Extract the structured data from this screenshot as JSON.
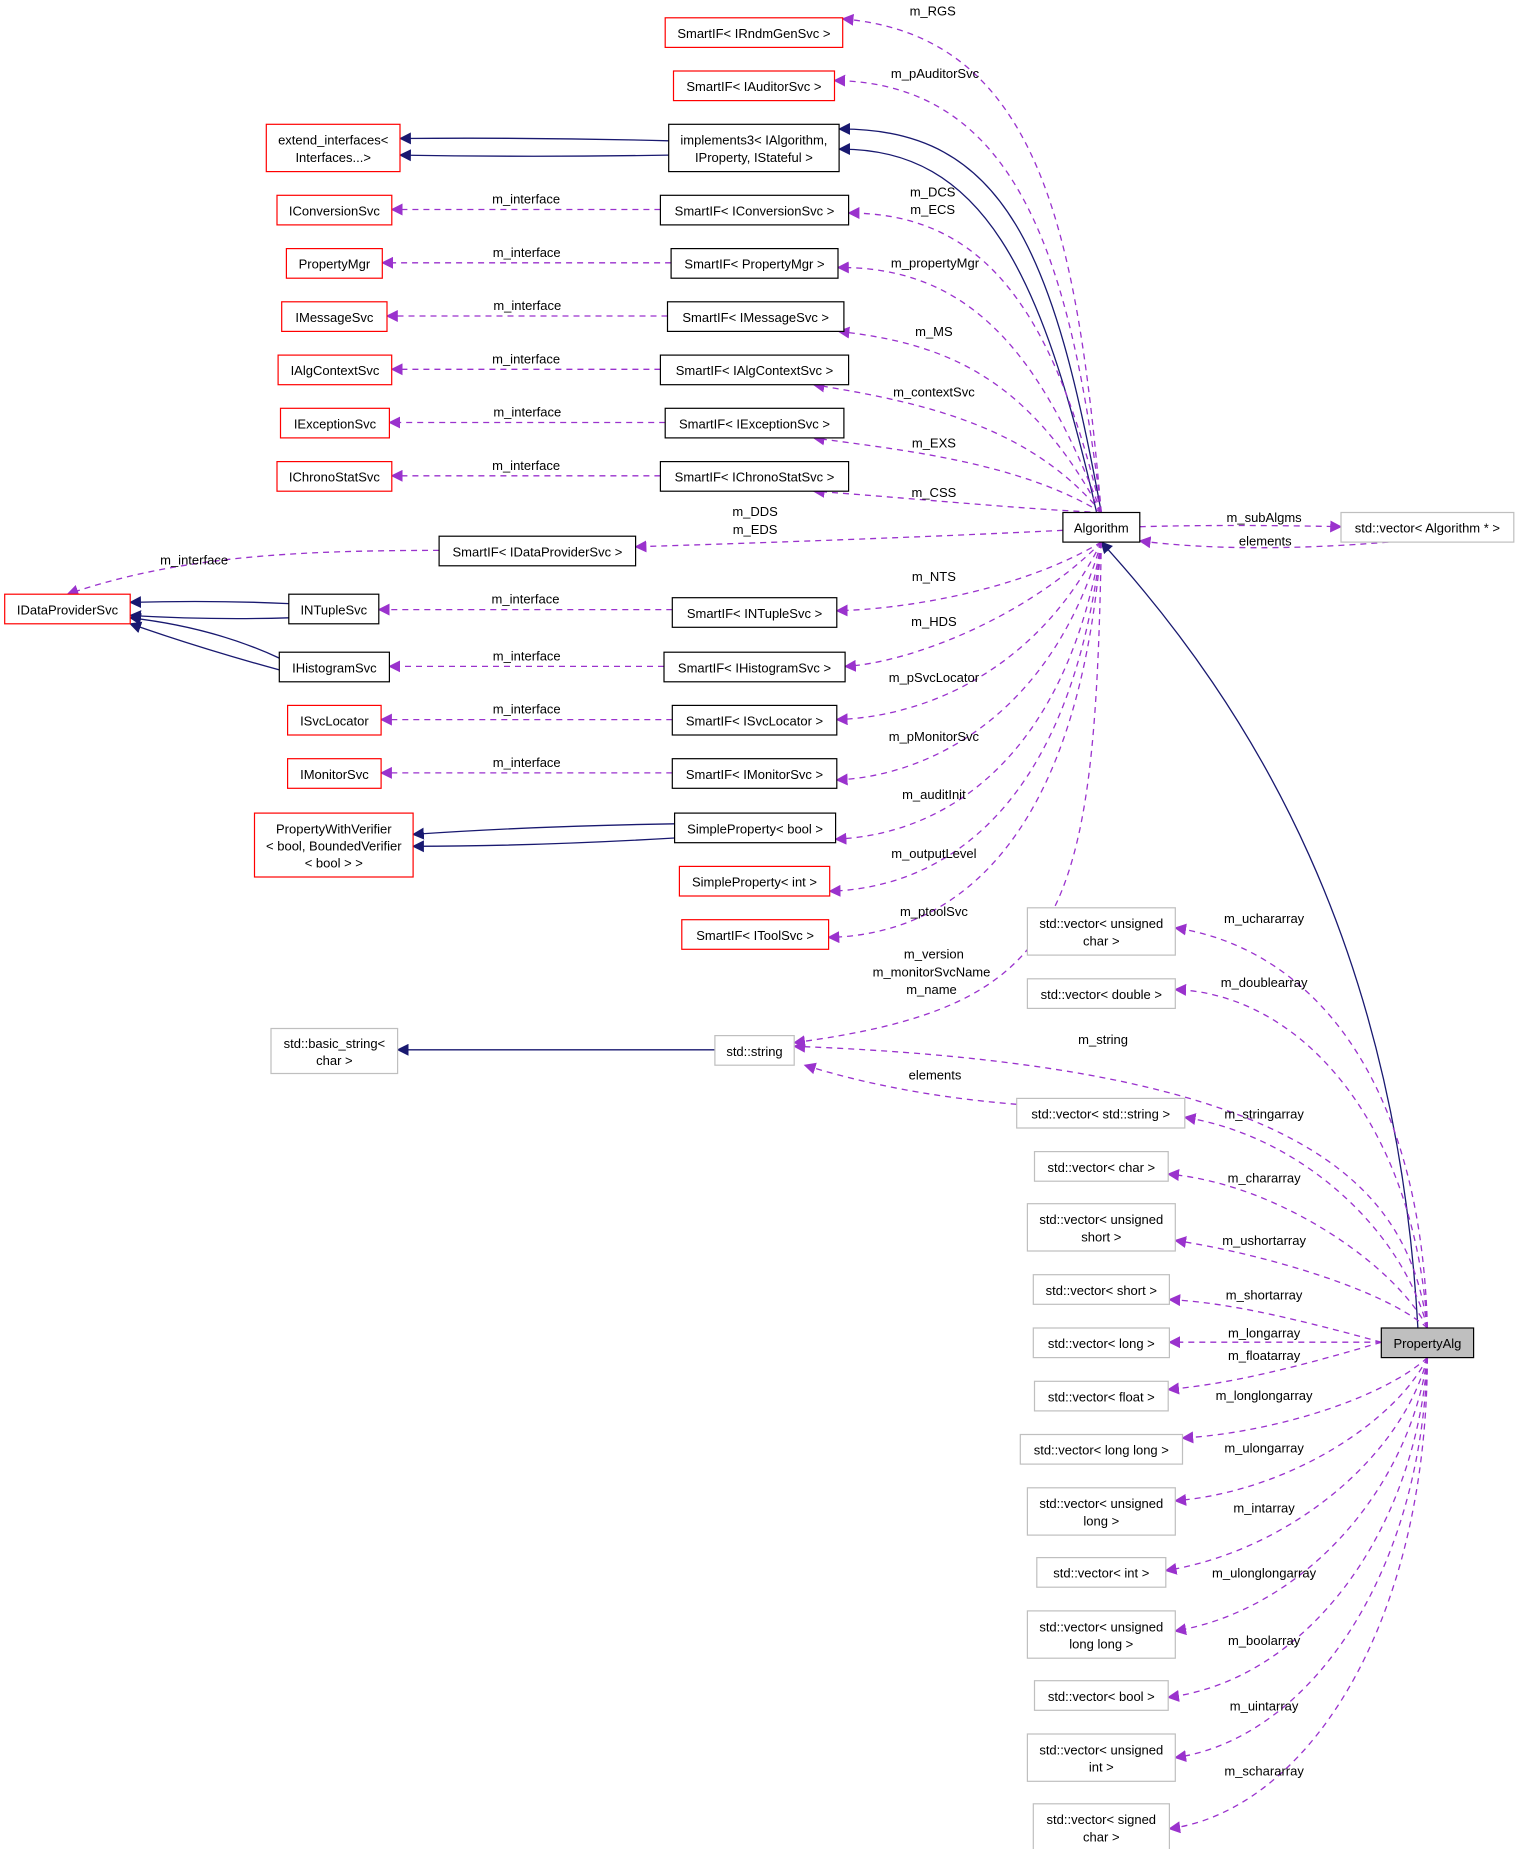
{
  "colors": {
    "node_border_documented": "#000000",
    "node_border_undocumented": "#ff0000",
    "node_border_external": "#bfbfbf",
    "focus_fill": "#bfbfbf",
    "inheritance_arrow": "#191970",
    "usage_arrow": "#9a32cd"
  },
  "nodes": {
    "smartif_irndmgensvc": "SmartIF< IRndmGenSvc >",
    "smartif_iauditorsvc": "SmartIF< IAuditorSvc >",
    "extend_interfaces": [
      "extend_interfaces<",
      "Interfaces...>"
    ],
    "implements3": [
      "implements3< IAlgorithm,",
      "IProperty, IStateful >"
    ],
    "iconversionsvc": "IConversionSvc",
    "smartif_iconversionsvc": "SmartIF< IConversionSvc >",
    "propertymgr": "PropertyMgr",
    "smartif_propertymgr": "SmartIF< PropertyMgr >",
    "imessagesvc": "IMessageSvc",
    "smartif_imessagesvc": "SmartIF< IMessageSvc >",
    "ialgcontextsvc": "IAlgContextSvc",
    "smartif_ialgcontextsvc": "SmartIF< IAlgContextSvc >",
    "iexceptionsvc": "IExceptionSvc",
    "smartif_iexceptionsvc": "SmartIF< IExceptionSvc >",
    "ichronostatsvc": "IChronoStatSvc",
    "smartif_ichronostatsvc": "SmartIF< IChronoStatSvc >",
    "algorithm": "Algorithm",
    "vector_algorithm_ptr": "std::vector< Algorithm * >",
    "smartif_idataprovidersvc": "SmartIF< IDataProviderSvc >",
    "idataprovidersvc": "IDataProviderSvc",
    "intuplesvc": "INTupleSvc",
    "smartif_intuplesvc": "SmartIF< INTupleSvc >",
    "ihistogramsvc": "IHistogramSvc",
    "smartif_ihistogramsvc": "SmartIF< IHistogramSvc >",
    "isvclocator": "ISvcLocator",
    "smartif_isvclocator": "SmartIF< ISvcLocator >",
    "imonitorsvc": "IMonitorSvc",
    "smartif_imonitorsvc": "SmartIF< IMonitorSvc >",
    "propertywithverifier": [
      "PropertyWithVerifier",
      "< bool, BoundedVerifier",
      "< bool > >"
    ],
    "simpleproperty_bool": "SimpleProperty< bool >",
    "simpleproperty_int": "SimpleProperty< int >",
    "smartif_itoolsvc": "SmartIF< IToolSvc >",
    "basic_string_char": [
      "std::basic_string<",
      "char >"
    ],
    "std_string": "std::string",
    "vector_uchar": [
      "std::vector< unsigned",
      "char >"
    ],
    "vector_double": "std::vector< double >",
    "vector_string": "std::vector< std::string >",
    "vector_char": "std::vector< char >",
    "vector_ushort": [
      "std::vector< unsigned",
      "short >"
    ],
    "vector_short": "std::vector< short >",
    "vector_long": "std::vector< long >",
    "vector_float": "std::vector< float >",
    "vector_longlong": "std::vector< long long >",
    "vector_ulong": [
      "std::vector< unsigned",
      "long >"
    ],
    "vector_int": "std::vector< int >",
    "vector_ulonglong": [
      "std::vector< unsigned",
      "long long >"
    ],
    "vector_bool": "std::vector< bool >",
    "vector_uint": [
      "std::vector< unsigned",
      "int >"
    ],
    "vector_schar": [
      "std::vector< signed",
      "char >"
    ],
    "propertyalg": "PropertyAlg"
  },
  "edge_labels": {
    "m_rgs": "m_RGS",
    "m_pauditorsvc": "m_pAuditorSvc",
    "m_interface": "m_interface",
    "m_dcs": "m_DCS",
    "m_ecs": "m_ECS",
    "m_propertymgr": "m_propertyMgr",
    "m_ms": "m_MS",
    "m_contextsvc": "m_contextSvc",
    "m_exs": "m_EXS",
    "m_css": "m_CSS",
    "m_dds": "m_DDS",
    "m_eds": "m_EDS",
    "m_subalgms": "m_subAlgms",
    "elements": "elements",
    "m_nts": "m_NTS",
    "m_hds": "m_HDS",
    "m_psvclocator": "m_pSvcLocator",
    "m_pmonitorsvc": "m_pMonitorSvc",
    "m_auditinit": "m_auditInit",
    "m_outputlevel": "m_outputLevel",
    "m_ptoolsvc": "m_ptoolSvc",
    "m_version": "m_version",
    "m_monitorsvcname": "m_monitorSvcName",
    "m_name": "m_name",
    "m_string": "m_string",
    "m_uchararray": "m_uchararray",
    "m_doublearray": "m_doublearray",
    "m_stringarray": "m_stringarray",
    "m_chararray": "m_chararray",
    "m_ushortarray": "m_ushortarray",
    "m_shortarray": "m_shortarray",
    "m_longarray": "m_longarray",
    "m_floatarray": "m_floatarray",
    "m_longlongarray": "m_longlongarray",
    "m_ulongarray": "m_ulongarray",
    "m_intarray": "m_intarray",
    "m_ulonglongarray": "m_ulonglongarray",
    "m_boolarray": "m_boolarray",
    "m_uintarray": "m_uintarray",
    "m_schararray": "m_schararray"
  }
}
